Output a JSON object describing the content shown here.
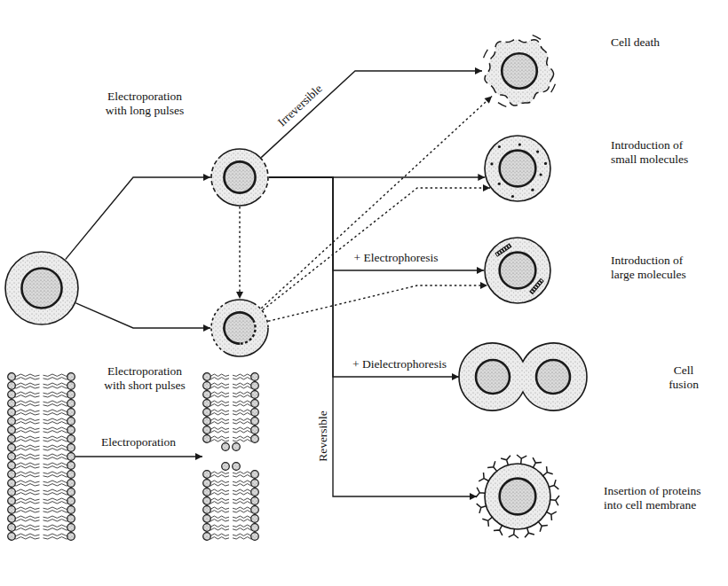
{
  "diagram": {
    "nodes": [
      {
        "text": []
      },
      {
        "text": []
      },
      {
        "text": []
      },
      {
        "text": [
          "Cell death"
        ]
      },
      {
        "text": [
          "Introduction of small molecules"
        ]
      },
      {
        "text": [
          "Introduction of large molecules"
        ]
      },
      {
        "text": [
          "Cell fusion"
        ]
      },
      {
        "text": [
          "Insertion of proteins into cell membrane"
        ]
      },
      {
        "text": []
      },
      {
        "text": []
      }
    ],
    "edges": [
      {
        "from": 0,
        "to": 1,
        "label": "Electroporation with long pulses",
        "arrow": "to"
      },
      {
        "from": 0,
        "to": 2,
        "label": "Electroporation with short pulses",
        "arrow": "to"
      },
      {
        "from": 1,
        "to": 3,
        "label": "Irreversible",
        "arrow": "to"
      },
      {
        "from": 1,
        "to": 4,
        "arrow": "to"
      },
      {
        "from": 1,
        "to": 5,
        "label": "+ Electrophoresis",
        "arrow": "to"
      },
      {
        "from": 1,
        "to": 6,
        "label": "+ Dielectrophoresis",
        "arrow": "to"
      },
      {
        "from": 1,
        "to": 7,
        "arrow": "to"
      },
      {
        "from": 1,
        "to": 2,
        "arrow": "to"
      },
      {
        "from": 2,
        "to": 3,
        "arrow": "to"
      },
      {
        "from": 2,
        "to": 4,
        "arrow": "to"
      },
      {
        "from": 2,
        "to": 5,
        "arrow": "to"
      },
      {
        "from": 8,
        "to": 9,
        "label": "Electroporation",
        "arrow": "to"
      }
    ],
    "labels": [
      "Reversible"
    ]
  }
}
